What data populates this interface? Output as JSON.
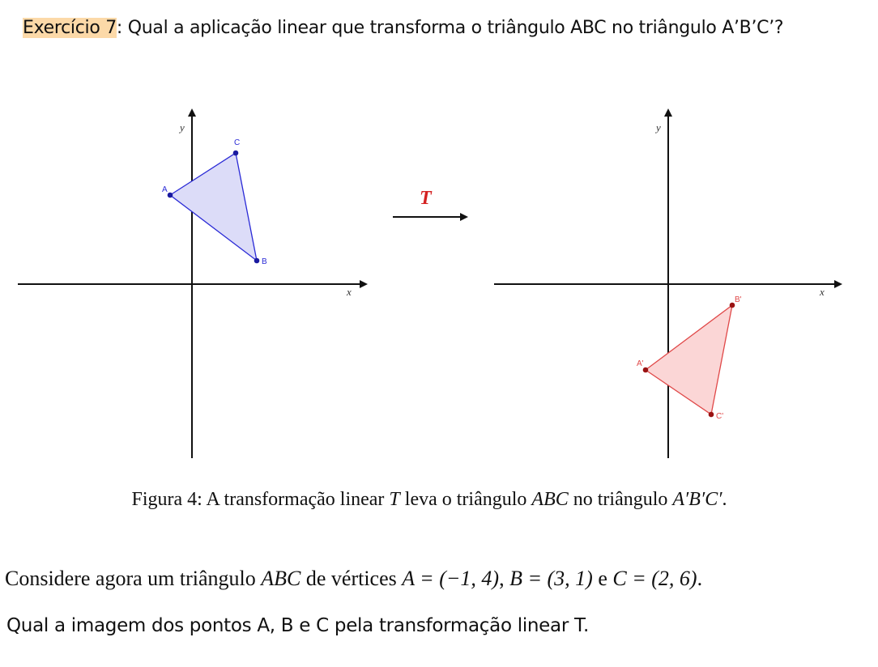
{
  "header": {
    "label": "Exercício 7",
    "colon": ":",
    "question": " Qual a aplicação linear que transforma o triângulo ABC no triângulo A’B’C’?"
  },
  "left_plot": {
    "x_axis_label": "x",
    "y_axis_label": "y",
    "point_labels": [
      "A",
      "B",
      "C"
    ],
    "color": "#2a2ad6",
    "fill": "#dcdcf8"
  },
  "transform": {
    "label": "T",
    "color": "#d42222"
  },
  "right_plot": {
    "x_axis_label": "x",
    "y_axis_label": "y",
    "point_labels": [
      "A'",
      "B'",
      "C'"
    ],
    "color": "#e04848",
    "fill": "#fbd6d6"
  },
  "caption": {
    "prefix": "Figura 4:  A transformação linear ",
    "t": "T",
    "mid": " leva o triângulo ",
    "abc": "ABC",
    "mid2": " no triângulo ",
    "abc_prime": "A′B′C′",
    "end": "."
  },
  "statement": {
    "prefix": "Considere agora um triângulo ",
    "abc": "ABC",
    "mid": " de vértices ",
    "a": "A = (−1, 4)",
    "sep1": ", ",
    "b": "B = (3, 1)",
    "sep2": " e ",
    "c": "C = (2, 6)",
    "end": "."
  },
  "question": "Qual a imagem dos pontos A, B e C pela transformação linear T."
}
